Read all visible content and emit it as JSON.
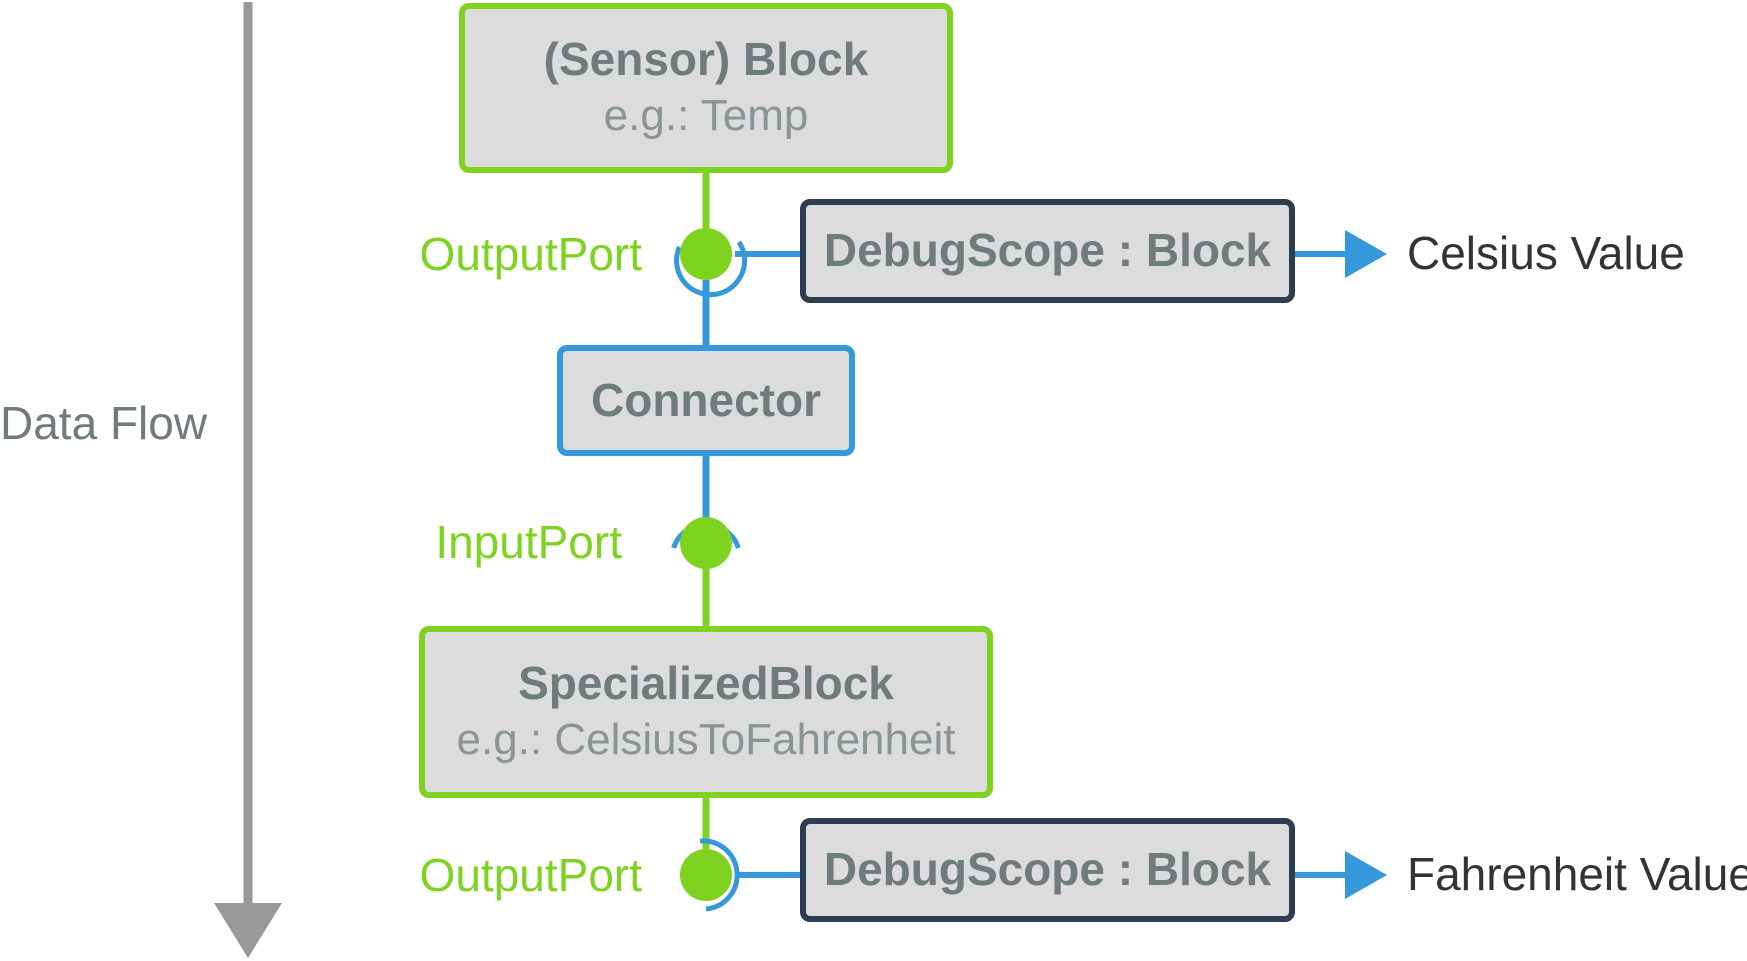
{
  "flow": {
    "label": "Data Flow"
  },
  "blocks": {
    "sensor": {
      "title": "(Sensor) Block",
      "subtitle": "e.g.: Temp"
    },
    "connector": {
      "title": "Connector"
    },
    "specialized": {
      "title": "SpecializedBlock",
      "subtitle": "e.g.: CelsiusToFahrenheit"
    },
    "debug1": {
      "title": "DebugScope : Block"
    },
    "debug2": {
      "title": "DebugScope : Block"
    }
  },
  "ports": {
    "output1": "OutputPort",
    "input": "InputPort",
    "output2": "OutputPort"
  },
  "outputs": {
    "celsius": "Celsius Value",
    "fahrenheit": "Fahrenheit Value"
  },
  "colors": {
    "green": "#7ed321",
    "blue": "#3598db",
    "dark": "#2c3e50",
    "gray": "#999999",
    "box_fill": "#dcdcdc"
  }
}
